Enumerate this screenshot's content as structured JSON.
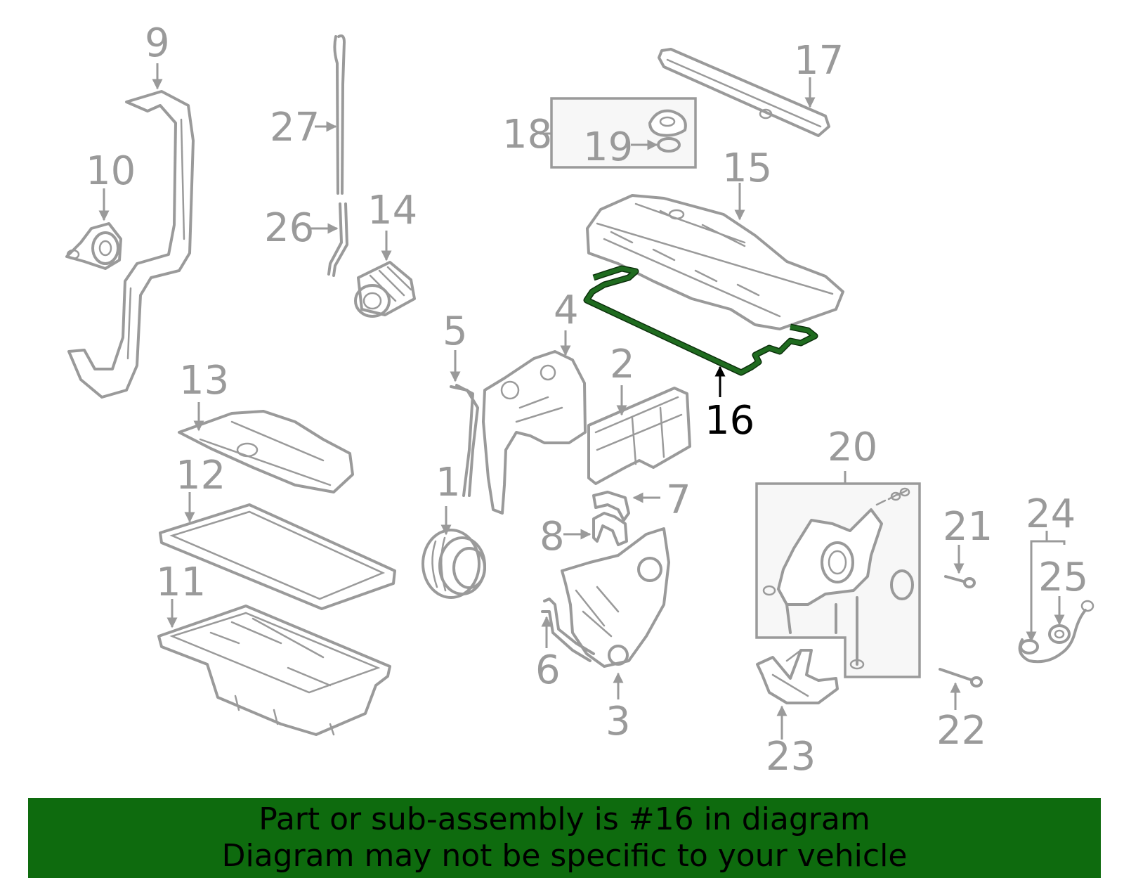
{
  "highlight_color": "#0e6b0e",
  "highlighted_part": "16",
  "banner": {
    "line1": "Part or sub-assembly is #16 in diagram",
    "line2": "Diagram may not be specific to your vehicle"
  },
  "callouts": {
    "p1": "1",
    "p2": "2",
    "p3": "3",
    "p4": "4",
    "p5": "5",
    "p6": "6",
    "p7": "7",
    "p8": "8",
    "p9": "9",
    "p10": "10",
    "p11": "11",
    "p12": "12",
    "p13": "13",
    "p14": "14",
    "p15": "15",
    "p16": "16",
    "p17": "17",
    "p18": "18",
    "p19": "19",
    "p20": "20",
    "p21": "21",
    "p22": "22",
    "p23": "23",
    "p24": "24",
    "p25": "25",
    "p26": "26",
    "p27": "27"
  }
}
